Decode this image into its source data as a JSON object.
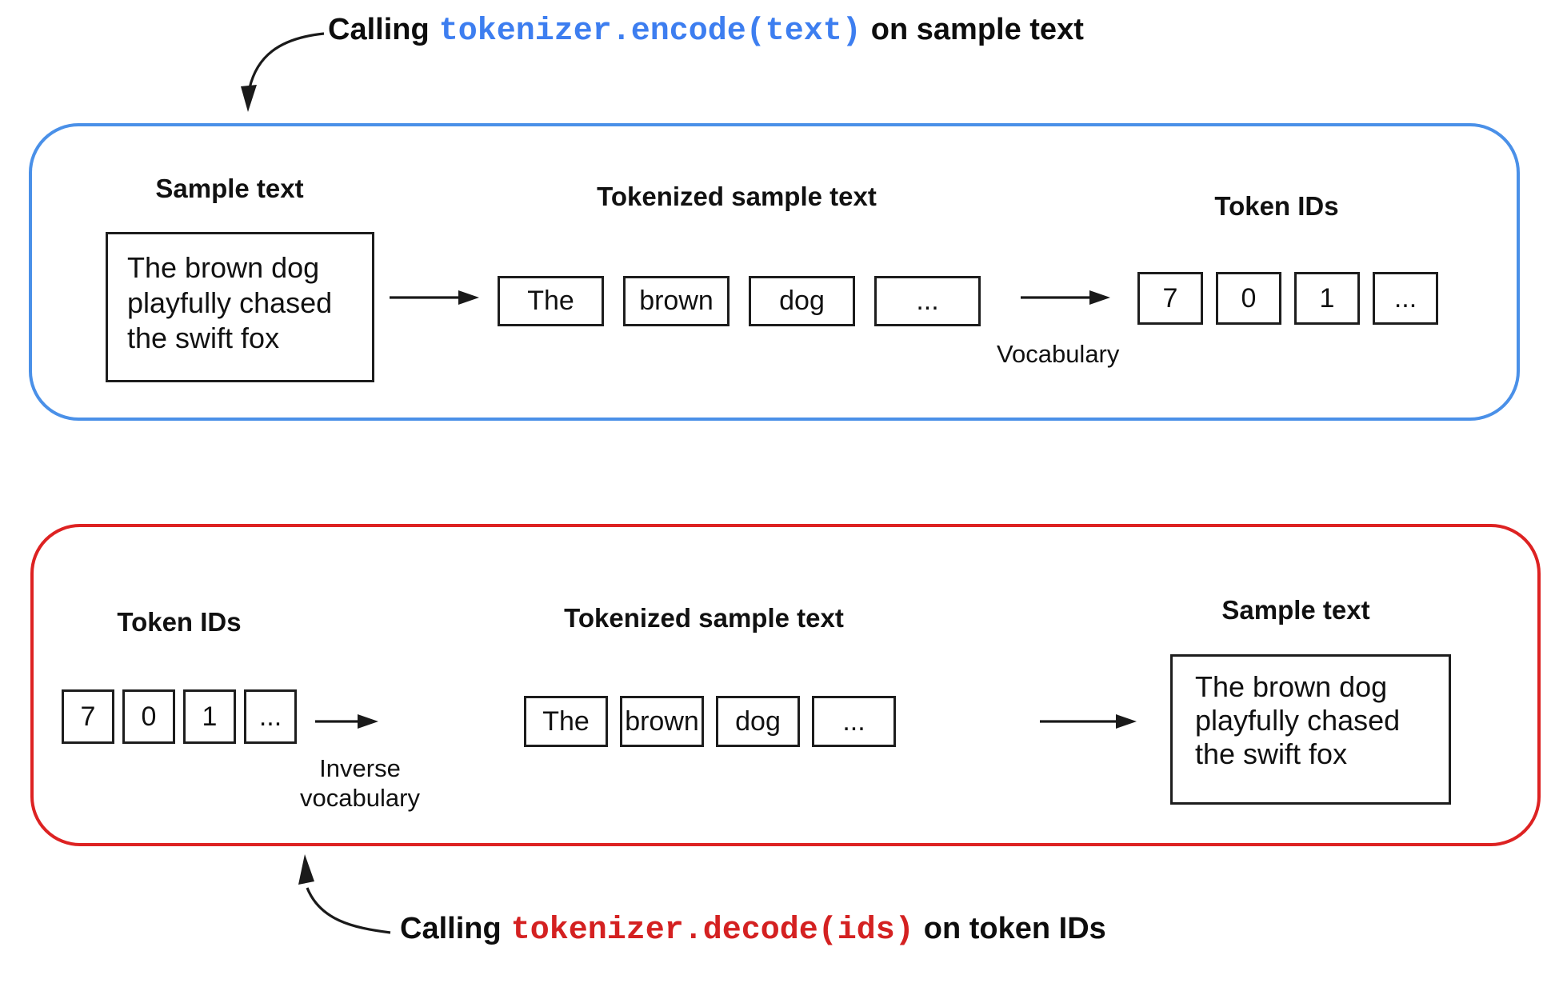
{
  "colors": {
    "encode_panel_border": "#4a90e8",
    "decode_panel_border": "#dd2222",
    "encode_code_text": "#3d7ef0",
    "decode_code_text": "#d42121",
    "arrow": "#1a1a1a",
    "box_border": "#1d1d1d"
  },
  "annotation_encode": {
    "prefix": "Calling",
    "code": "tokenizer.encode(text)",
    "suffix": "on sample text"
  },
  "annotation_decode": {
    "prefix": "Calling",
    "code": "tokenizer.decode(ids)",
    "suffix": "on token IDs"
  },
  "encode_panel": {
    "sample_heading": "Sample text",
    "sample_text_lines": [
      "The brown dog",
      "playfully chased",
      "the swift fox"
    ],
    "tokens_heading": "Tokenized sample text",
    "tokens": [
      "The",
      "brown",
      "dog",
      "..."
    ],
    "vocab_label": "Vocabulary",
    "ids_heading": "Token IDs",
    "ids": [
      "7",
      "0",
      "1",
      "..."
    ]
  },
  "decode_panel": {
    "ids_heading": "Token IDs",
    "ids": [
      "7",
      "0",
      "1",
      "..."
    ],
    "inverse_vocab_lines": [
      "Inverse",
      "vocabulary"
    ],
    "tokens_heading": "Tokenized sample text",
    "tokens": [
      "The",
      "brown",
      "dog",
      "..."
    ],
    "sample_heading": "Sample text",
    "sample_text_lines": [
      "The brown dog",
      "playfully chased",
      "the swift fox"
    ]
  }
}
